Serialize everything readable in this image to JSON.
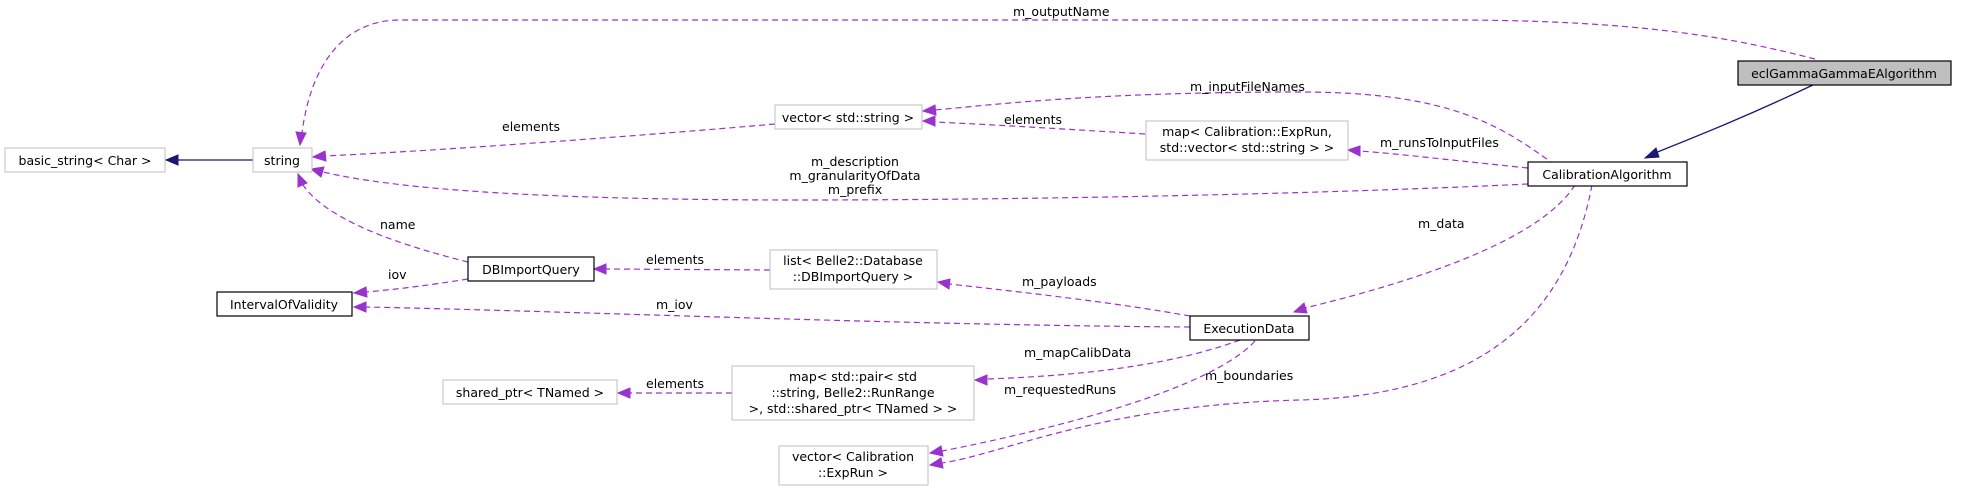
{
  "nodes": {
    "ecl_gamma": "eclGammaGammaEAlgorithm",
    "calibration_algorithm": "CalibrationAlgorithm",
    "basic_string": "basic_string< Char >",
    "string": "string",
    "vector_string": "vector< std::string >",
    "map_exprun_line1": "map< Calibration::ExpRun,",
    "map_exprun_line2": "std::vector< std::string > >",
    "db_import_query": "DBImportQuery",
    "interval_of_validity": "IntervalOfValidity",
    "list_line1": "list< Belle2::Database",
    "list_line2": "::DBImportQuery >",
    "execution_data": "ExecutionData",
    "shared_ptr": "shared_ptr< TNamed >",
    "map_pair_line1": "map< std::pair< std",
    "map_pair_line2": "::string, Belle2::RunRange",
    "map_pair_line3": " >, std::shared_ptr< TNamed > >",
    "vector_exprun_line1": "vector< Calibration",
    "vector_exprun_line2": "::ExpRun >"
  },
  "edges": {
    "m_outputName": "m_outputName",
    "m_inputFileNames": "m_inputFileNames",
    "elements_vector": "elements",
    "elements_map": "elements",
    "m_runsToInputFiles": "m_runsToInputFiles",
    "m_description": "m_description",
    "m_granularityOfData": "m_granularityOfData",
    "m_prefix": "m_prefix",
    "name": "name",
    "iov": "iov",
    "elements_list": "elements",
    "m_payloads": "m_payloads",
    "m_data": "m_data",
    "m_iov": "m_iov",
    "m_mapCalibData": "m_mapCalibData",
    "elements_shared": "elements",
    "m_requestedRuns": "m_requestedRuns",
    "m_boundaries": "m_boundaries"
  },
  "colors": {
    "usage_edge": "#9a32cd",
    "inheritance_edge": "#191970",
    "highlight_node": "#bfbfbf",
    "light_border": "#bfbfbf"
  }
}
